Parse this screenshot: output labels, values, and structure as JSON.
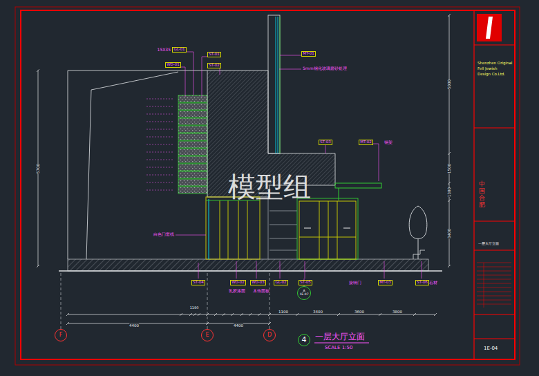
{
  "diagram": {
    "title": "一层大厅立面",
    "caption": "SCALE 1:50",
    "nodes": [
      {
        "text": [
          "F"
        ]
      },
      {
        "text": [
          "E"
        ]
      },
      {
        "text": [
          "D"
        ]
      },
      {
        "text": [
          "4"
        ]
      },
      {
        "text": [
          "GL-01"
        ]
      },
      {
        "text": [
          "ST-01"
        ]
      },
      {
        "text": [
          "WD-01"
        ]
      },
      {
        "text": [
          "ST-02"
        ]
      },
      {
        "text": [
          "MT-01"
        ]
      },
      {
        "text": [
          "ST-03"
        ]
      },
      {
        "text": [
          "MT-02"
        ]
      },
      {
        "text": [
          "ST-04"
        ]
      },
      {
        "text": [
          "WD-02"
        ]
      },
      {
        "text": [
          "WD-03"
        ]
      },
      {
        "text": [
          "GL-02"
        ]
      },
      {
        "text": [
          "ST-05"
        ]
      },
      {
        "text": [
          "MT-03"
        ]
      },
      {
        "text": [
          "ST-06"
        ]
      },
      {
        "text": [
          "A",
          "1E-07"
        ]
      }
    ],
    "labels": [
      "模型组",
      "15X35",
      "5mm钢化玻璃磨砂处理",
      "钢架",
      "白色门套线",
      "乳胶漆面",
      "木饰面板",
      "旋转门",
      "石材",
      "Shenzhen Original",
      "Fell Jewish",
      "Design Co.Ltd.",
      "中国 合肥",
      "一层大厅立面",
      "1E-04",
      "4400",
      "4400",
      "1190",
      "3400",
      "3600",
      "3800",
      "1100",
      "5000",
      "1500",
      "1300",
      "3400",
      "5700"
    ]
  }
}
